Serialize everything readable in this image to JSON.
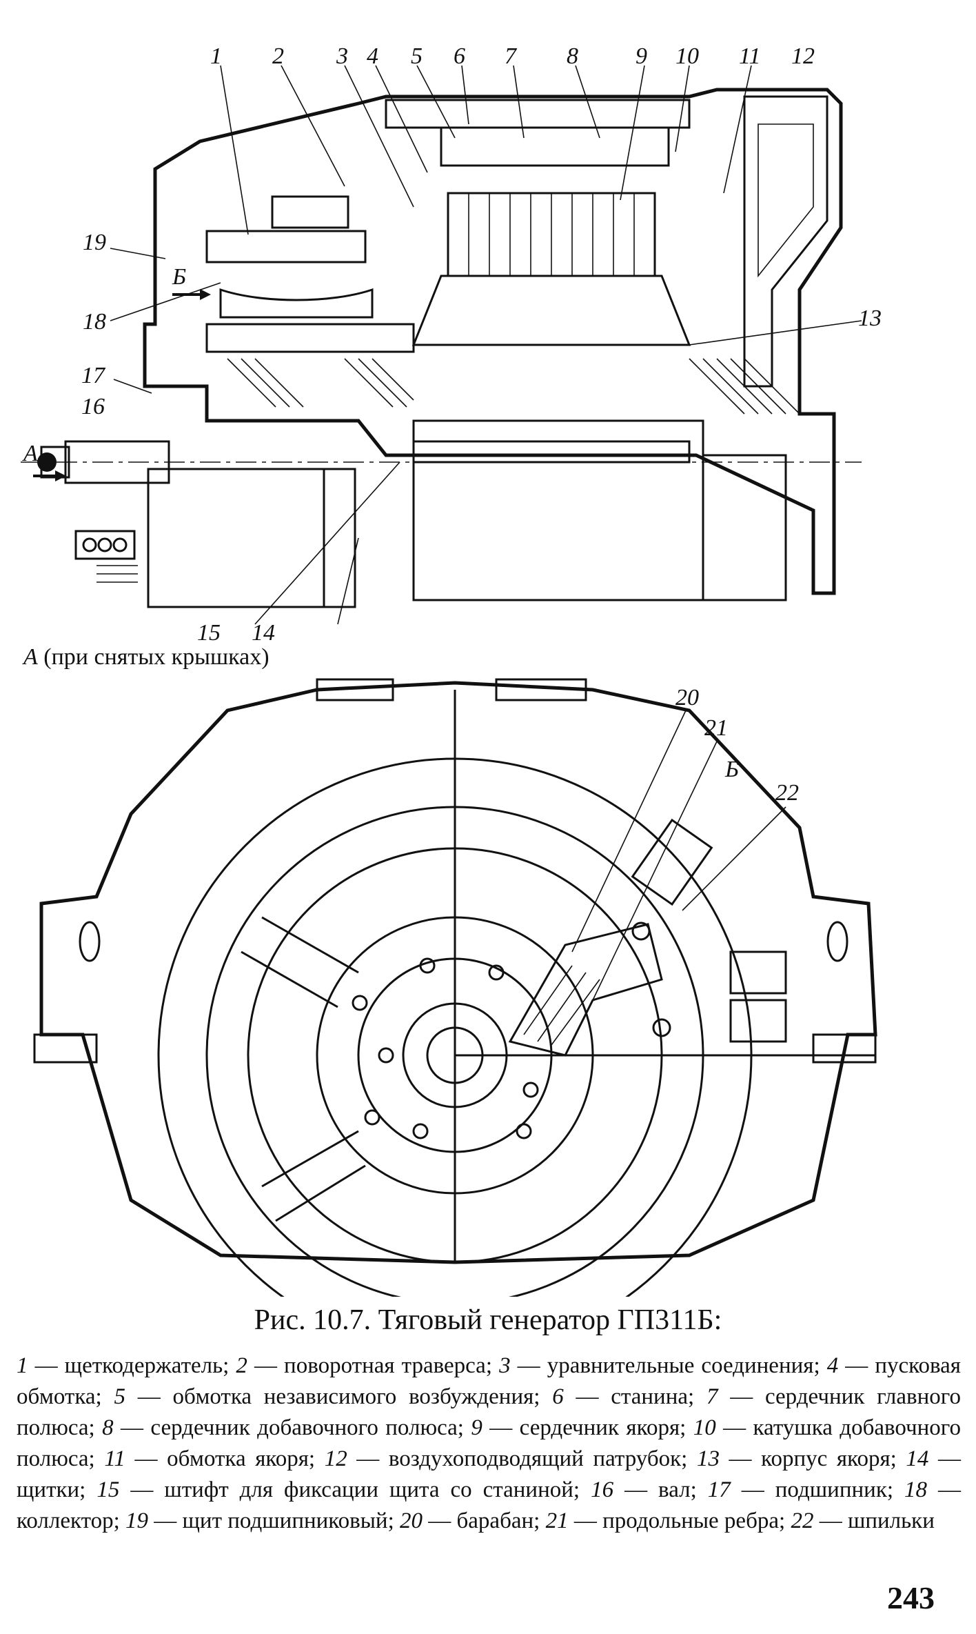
{
  "figure": {
    "callouts": [
      "1",
      "2",
      "3",
      "4",
      "5",
      "6",
      "7",
      "8",
      "9",
      "10",
      "11",
      "12",
      "13",
      "14",
      "15",
      "16",
      "17",
      "18",
      "19",
      "20",
      "21",
      "22"
    ],
    "letter_a": "А",
    "letter_b": "Б",
    "view_letter": "А",
    "view_text": "(при снятых крышках)"
  },
  "caption": {
    "title": "Рис. 10.7. Тяговый генератор ГП311Б:",
    "items": [
      {
        "n": "1",
        "text": "щеткодержатель;"
      },
      {
        "n": "2",
        "text": "поворотная траверса;"
      },
      {
        "n": "3",
        "text": "уравнительные соединения;"
      },
      {
        "n": "4",
        "text": "пусковая обмотка;"
      },
      {
        "n": "5",
        "text": "обмотка независимого возбуждения;"
      },
      {
        "n": "6",
        "text": "станина;"
      },
      {
        "n": "7",
        "text": "сердечник главного полюса;"
      },
      {
        "n": "8",
        "text": "сердечник добавочного полюса;"
      },
      {
        "n": "9",
        "text": "сердечник якоря;"
      },
      {
        "n": "10",
        "text": "катушка добавочного полюса;"
      },
      {
        "n": "11",
        "text": "обмотка якоря;"
      },
      {
        "n": "12",
        "text": "воздухоподводящий патрубок;"
      },
      {
        "n": "13",
        "text": "корпус якоря;"
      },
      {
        "n": "14",
        "text": "щитки;"
      },
      {
        "n": "15",
        "text": "штифт для фиксации щита со станиной;"
      },
      {
        "n": "16",
        "text": "вал;"
      },
      {
        "n": "17",
        "text": "подшипник;"
      },
      {
        "n": "18",
        "text": "коллектор;"
      },
      {
        "n": "19",
        "text": "щит подшипниковый;"
      },
      {
        "n": "20",
        "text": "барабан;"
      },
      {
        "n": "21",
        "text": "продольные ребра;"
      },
      {
        "n": "22",
        "text": "шпильки"
      }
    ]
  },
  "page_number": "243"
}
